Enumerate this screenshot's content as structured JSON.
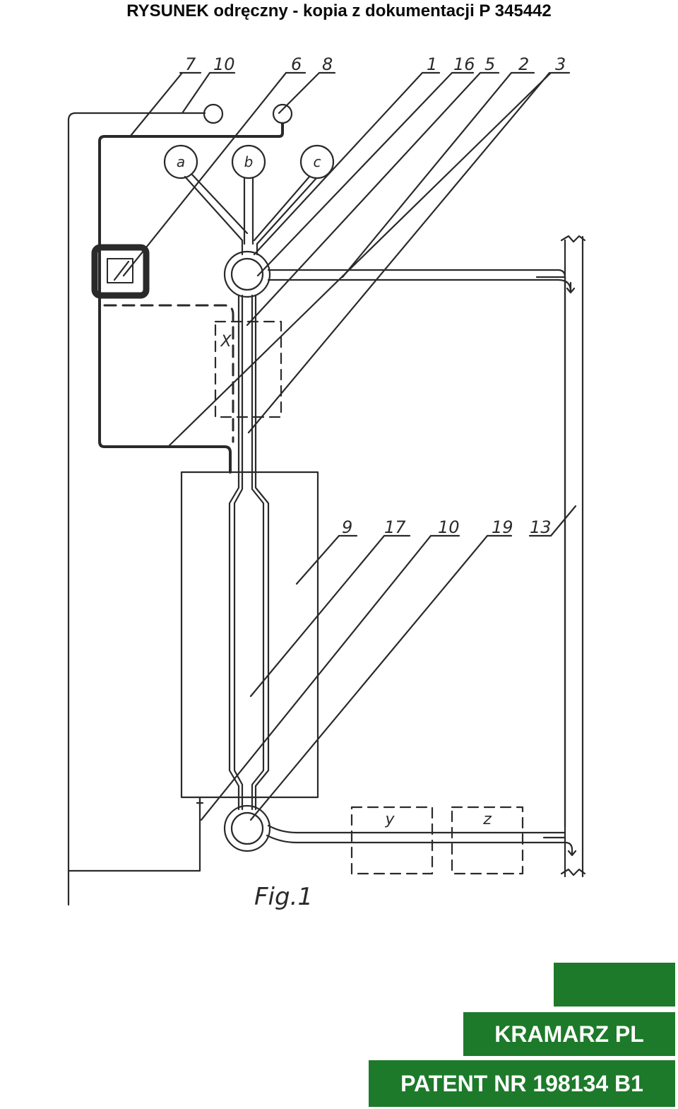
{
  "header": {
    "title": "RYSUNEK odręczny - kopia z dokumentacji P 345442"
  },
  "figure": {
    "caption": "Fig.1",
    "callouts_top": [
      "7",
      "10",
      "6",
      "8",
      "1",
      "16",
      "5",
      "2",
      "3"
    ],
    "callouts_bottom": [
      "9",
      "17",
      "10",
      "19",
      "13"
    ],
    "circle_labels": {
      "a": "a",
      "b": "b",
      "c": "c"
    },
    "box_labels": {
      "x": "X",
      "y": "y",
      "z": "z"
    }
  },
  "footer": {
    "company": "KRAMARZ PL",
    "patent": "PATENT NR 198134 B1"
  },
  "colors": {
    "accent_green": "#1d7a2a",
    "line": "#2a2a2a"
  }
}
